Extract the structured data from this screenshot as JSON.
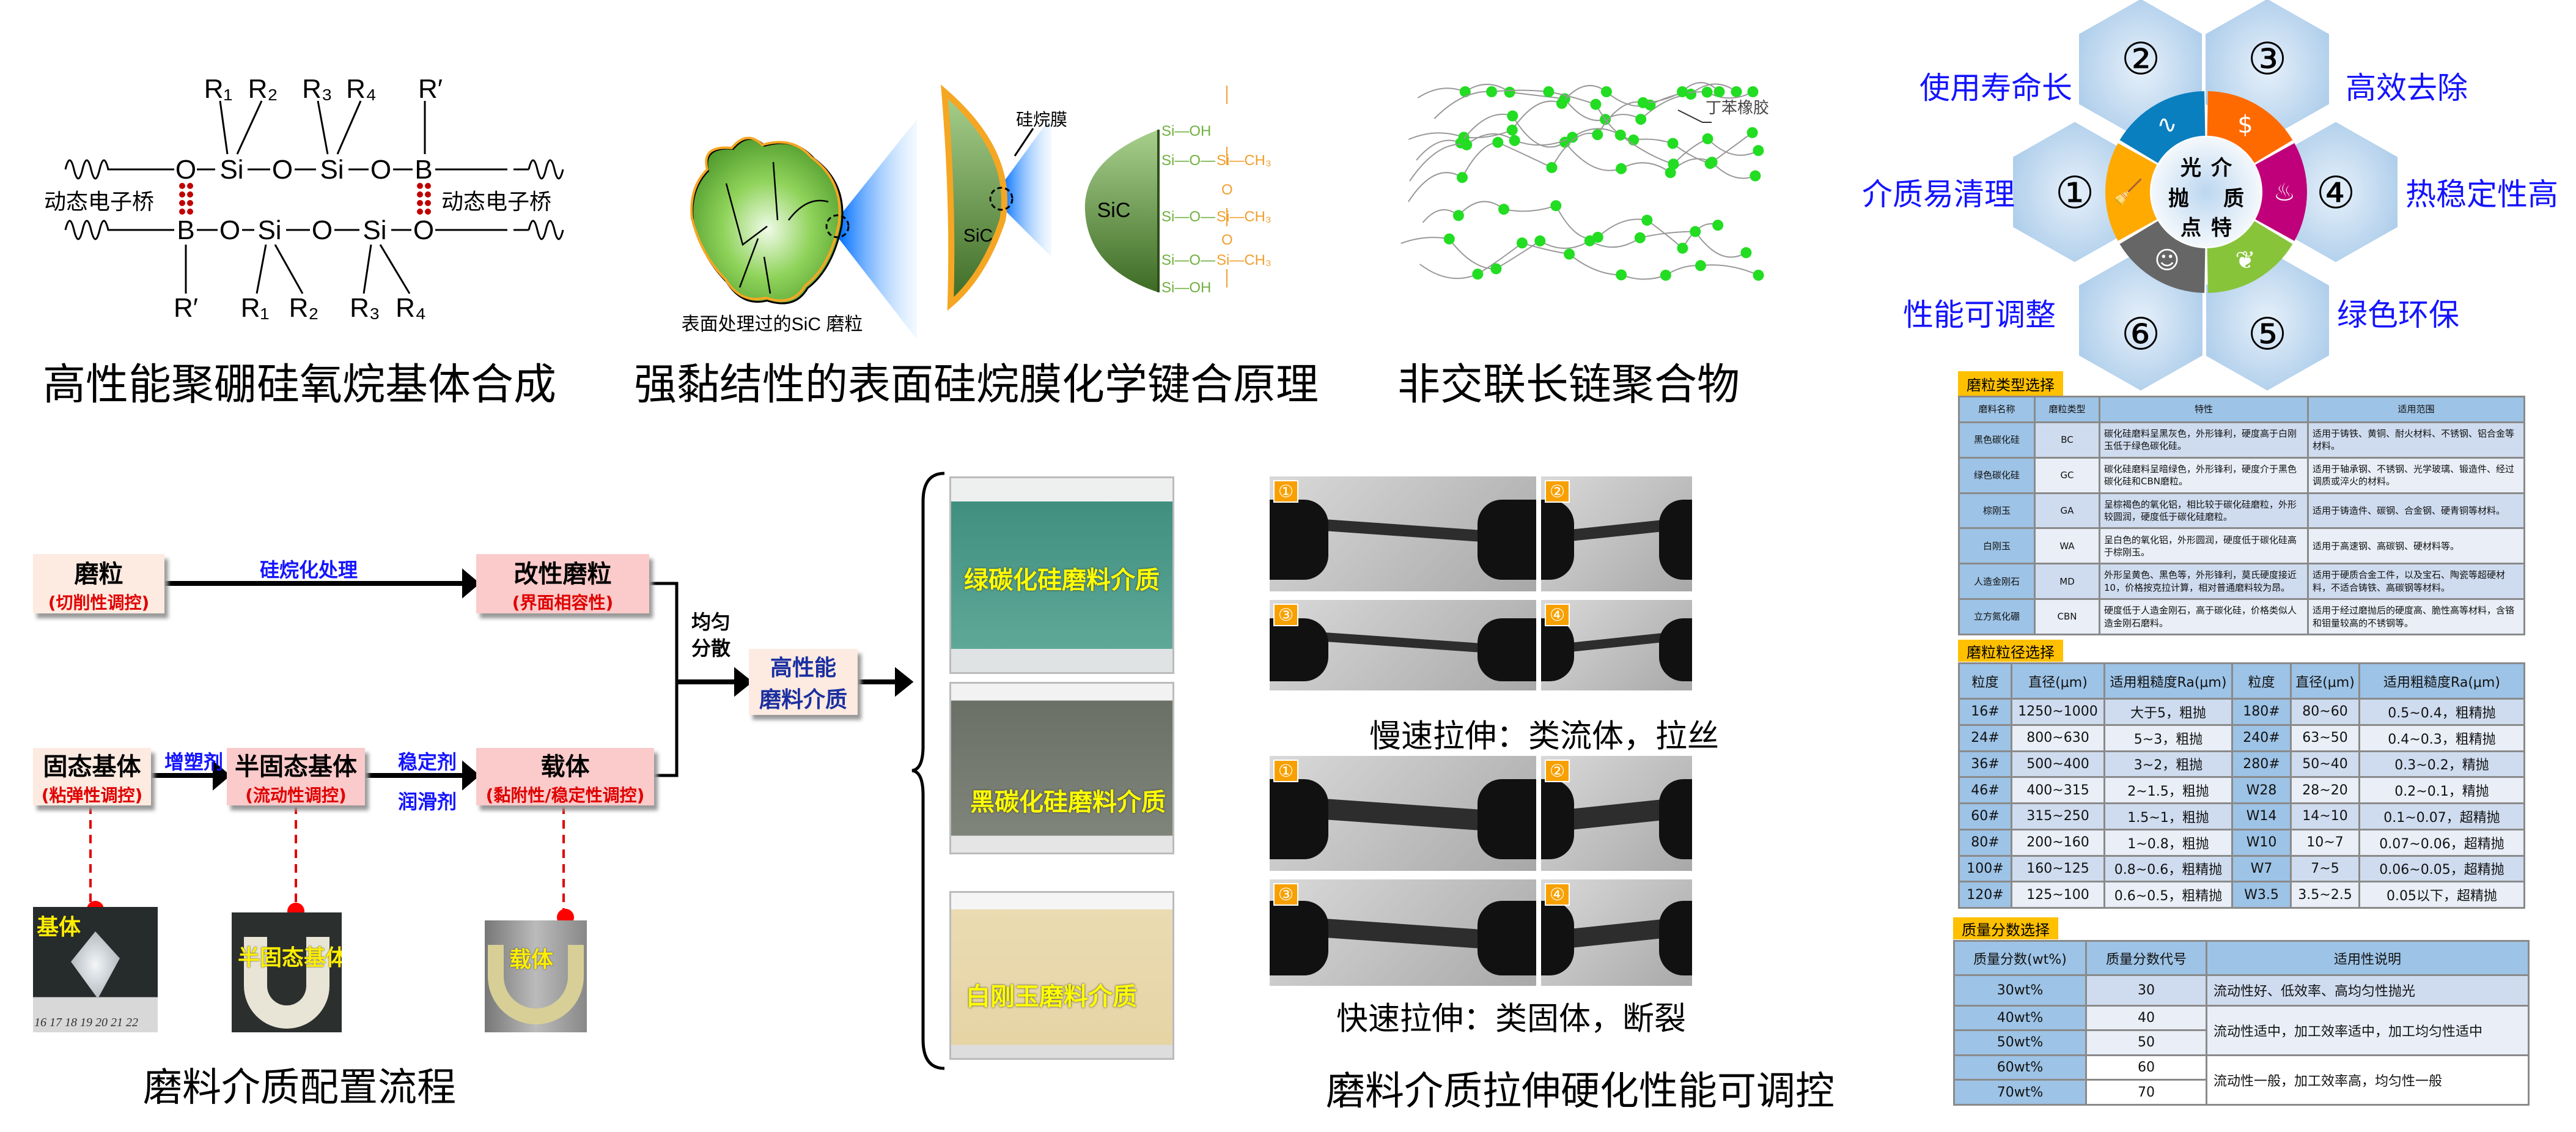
{
  "chem": {
    "top_atoms": [
      "O",
      "Si",
      "O",
      "Si",
      "O",
      "B"
    ],
    "bottom_atoms": [
      "B",
      "O",
      "Si",
      "O",
      "Si",
      "O"
    ],
    "top_groups": [
      "R₁",
      "R₂",
      "R₃",
      "R₄",
      "R′"
    ],
    "bottom_groups": [
      "R′",
      "R₁",
      "R₂",
      "R₃",
      "R₄"
    ],
    "bridge_label": "动态电子桥",
    "title": "高性能聚硼硅氧烷基体合成"
  },
  "silane": {
    "particle_label": "表面处理过的SiC 磨粒",
    "film_label": "硅烷膜",
    "sic": "SiC",
    "si_oh": "Si—OH",
    "si_o": "Si—O—",
    "si_ch3": "Si—CH₃",
    "o": "O",
    "title": "强黏结性的表面硅烷膜化学键合原理"
  },
  "polymer": {
    "label": "丁苯橡胶",
    "title": "非交联长链聚合物"
  },
  "features": {
    "center_chars": [
      "光",
      "介",
      "抛",
      "质",
      "点",
      "特"
    ],
    "items": [
      {
        "num": "①",
        "label": "介质易清理",
        "color": "#ffaa00"
      },
      {
        "num": "②",
        "label": "使用寿命长",
        "color": "#0a7fc0"
      },
      {
        "num": "③",
        "label": "高效去除",
        "color": "#ff6a00"
      },
      {
        "num": "④",
        "label": "热稳定性高",
        "color": "#c0007a"
      },
      {
        "num": "⑤",
        "label": "绿色环保",
        "color": "#88c43a"
      },
      {
        "num": "⑥",
        "label": "性能可调整",
        "color": "#666666"
      }
    ]
  },
  "flow": {
    "grain": {
      "main": "磨粒",
      "sub": "(切削性调控)"
    },
    "modified": {
      "main": "改性磨粒",
      "sub": "(界面相容性)"
    },
    "solid": {
      "main": "固态基体",
      "sub": "(粘弹性调控)"
    },
    "semi": {
      "main": "半固态基体",
      "sub": "(流动性调控)"
    },
    "carrier": {
      "main": "载体",
      "sub": "(黏附性/稳定性调控)"
    },
    "final": {
      "main1": "高性能",
      "main2": "磨料介质"
    },
    "silanize": "硅烷化处理",
    "plasticizer": "增塑剂",
    "stabilizer": "稳定剂",
    "lubricant": "润滑剂",
    "disperse1": "均匀",
    "disperse2": "分散",
    "photo_labels": [
      "基体",
      "半固态基体",
      "载体"
    ],
    "ruler": "16 17 18 19 20 21 22",
    "title": "磨料介质配置流程"
  },
  "media": [
    "绿碳化硅磨料介质",
    "黑碳化硅磨料介质",
    "白刚玉磨料介质"
  ],
  "stretch": {
    "nums": [
      "①",
      "②",
      "③",
      "④"
    ],
    "slow": "慢速拉伸：类流体，拉丝",
    "fast": "快速拉伸：类固体，断裂",
    "title": "磨料介质拉伸硬化性能可调控"
  },
  "table_type": {
    "tag": "磨粒类型选择",
    "headers": [
      "磨料名称",
      "磨粒类型",
      "特性",
      "适用范围"
    ],
    "rows": [
      [
        "黑色碳化硅",
        "BC",
        "碳化硅磨料呈黑灰色，外形锋利，硬度高于白刚玉低于绿色碳化硅。",
        "适用于铸铁、黄铜、耐火材料、不锈钢、铝合金等材料。"
      ],
      [
        "绿色碳化硅",
        "GC",
        "碳化硅磨料呈暗绿色，外形锋利，硬度介于黑色碳化硅和CBN磨粒。",
        "适用于轴承钢、不锈钢、光学玻璃、锻造件、经过调质或淬火的材料。"
      ],
      [
        "棕刚玉",
        "GA",
        "呈棕褐色的氧化铝，相比较于碳化硅磨粒，外形较圆润，硬度低于碳化硅磨粒。",
        "适用于铸造件、碳钢、合金钢、硬青铜等材料。"
      ],
      [
        "白刚玉",
        "WA",
        "呈白色的氧化铝，外形圆润，硬度低于碳化硅高于棕刚玉。",
        "适用于高速钢、高碳钢、硬材料等。"
      ],
      [
        "人造金刚石",
        "MD",
        "外形呈黄色、黑色等，外形锋利，莫氏硬度接近10，价格按克拉计算，相对普通磨料较为昂。",
        "适用于硬质合金工件，以及宝石、陶瓷等超硬材料，不适合铸铁、高碳钢等材料。"
      ],
      [
        "立方氮化硼",
        "CBN",
        "硬度低于人造金刚石，高于碳化硅，价格类似人造金刚石磨料。",
        "适用于经过磨抛后的硬度高、脆性高等材料，含铬和钼量较高的不锈钢等。"
      ]
    ]
  },
  "table_size": {
    "tag": "磨粒粒径选择",
    "headers": [
      "粒度",
      "直径(μm)",
      "适用粗糙度Ra(μm)",
      "粒度",
      "直径(μm)",
      "适用粗糙度Ra(μm)"
    ],
    "rows": [
      [
        "16#",
        "1250~1000",
        "大于5，粗抛",
        "180#",
        "80~60",
        "0.5~0.4，粗精抛"
      ],
      [
        "24#",
        "800~630",
        "5~3，粗抛",
        "240#",
        "63~50",
        "0.4~0.3，粗精抛"
      ],
      [
        "36#",
        "500~400",
        "3~2，粗抛",
        "280#",
        "50~40",
        "0.3~0.2，精抛"
      ],
      [
        "46#",
        "400~315",
        "2~1.5，粗抛",
        "W28",
        "28~20",
        "0.2~0.1，精抛"
      ],
      [
        "60#",
        "315~250",
        "1.5~1，粗抛",
        "W14",
        "14~10",
        "0.1~0.07，超精抛"
      ],
      [
        "80#",
        "200~160",
        "1~0.8，粗抛",
        "W10",
        "10~7",
        "0.07~0.06，超精抛"
      ],
      [
        "100#",
        "160~125",
        "0.8~0.6，粗精抛",
        "W7",
        "7~5",
        "0.06~0.05，超精抛"
      ],
      [
        "120#",
        "125~100",
        "0.6~0.5，粗精抛",
        "W3.5",
        "3.5~2.5",
        "0.05以下，超精抛"
      ]
    ]
  },
  "table_mass": {
    "tag": "质量分数选择",
    "headers": [
      "质量分数(wt%)",
      "质量分数代号",
      "适用性说明"
    ],
    "rows": [
      [
        "30wt%",
        "30"
      ],
      [
        "40wt%",
        "40"
      ],
      [
        "50wt%",
        "50"
      ],
      [
        "60wt%",
        "60"
      ],
      [
        "70wt%",
        "70"
      ]
    ],
    "desc": [
      "流动性好、低效率、高均匀性抛光",
      "流动性适中，加工效率适中，加工均匀性适中",
      "流动性一般，加工效率高，均匀性一般"
    ]
  }
}
